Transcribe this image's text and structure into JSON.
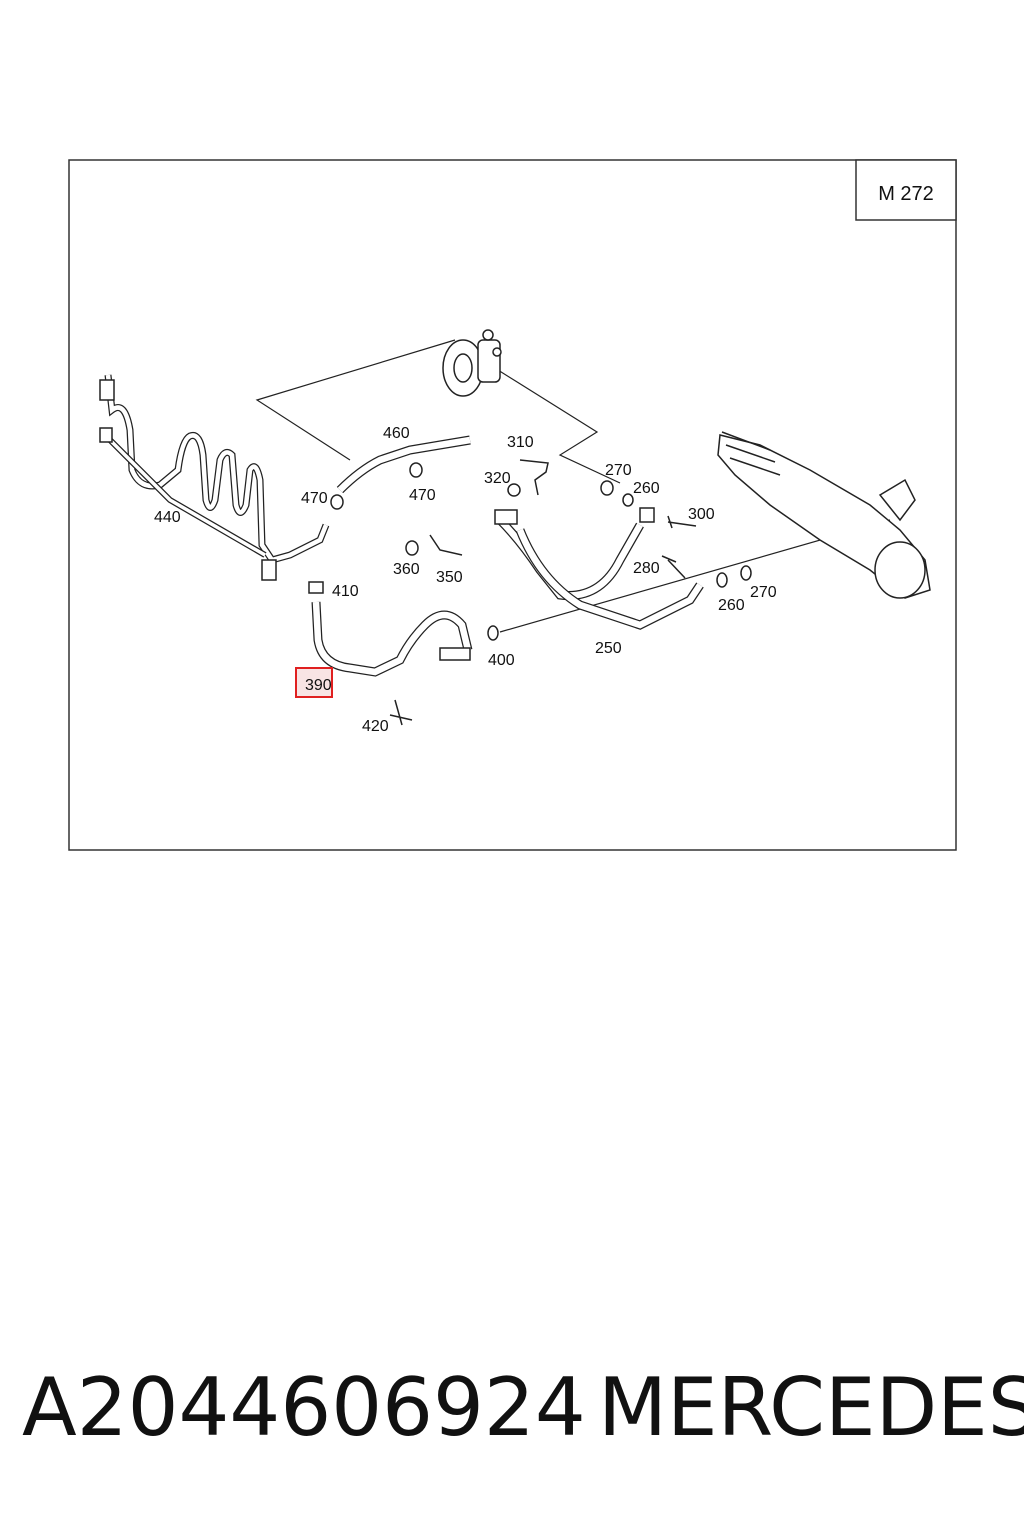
{
  "diagram": {
    "model_code": "M 272",
    "labels": {
      "p440": "440",
      "p460": "460",
      "p470a": "470",
      "p470b": "470",
      "p310": "310",
      "p320": "320",
      "p270a": "270",
      "p260a": "260",
      "p300": "300",
      "p360": "360",
      "p350": "350",
      "p410": "410",
      "p280": "280",
      "p260b": "260",
      "p270b": "270",
      "p250": "250",
      "p400": "400",
      "p390": "390",
      "p420": "420"
    },
    "highlighted_part": "390",
    "highlight_color": "#e02020"
  },
  "caption": {
    "part_number": "A2044606924",
    "brand": "MERCEDES"
  }
}
